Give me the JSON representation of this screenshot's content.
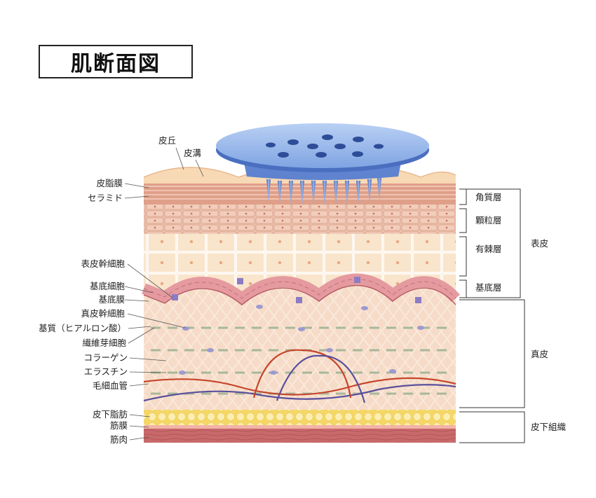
{
  "title": "肌断面図",
  "labels_left": {
    "hikyu": "皮丘",
    "hikou": "皮溝",
    "hishimaku": "皮脂膜",
    "ceramide": "セラミド",
    "hyohi_kansaibou": "表皮幹細胞",
    "kitei_saibou": "基底細胞",
    "kiteimaku": "基底膜",
    "shinpi_kansaibou": "真皮幹細胞",
    "kishitsu": "基質（ヒアルロン酸）",
    "sen_i_gasaibou": "繊維芽細胞",
    "collagen": "コラーゲン",
    "elastin": "エラスチン",
    "mokesaikan": "毛細血管",
    "hika_shibou": "皮下脂肪",
    "kinmaku": "筋膜",
    "kinniku": "筋肉"
  },
  "labels_right": {
    "kakushitsu": "角質層",
    "karyu": "顆粒層",
    "yuuki": "有棘層",
    "kitei": "基底層",
    "hyohi": "表皮",
    "shinpi": "真皮",
    "hika_soshiki": "皮下組織"
  },
  "colors": {
    "device_blue": "#8fb3ea",
    "device_blue_dark": "#4a6fc0",
    "blood_red": "#c6452a",
    "blood_purple": "#5a4f9c",
    "fat_yellow": "#f3dc84",
    "muscle_red": "#c8686a",
    "stratum_corneum": "#e2a38e",
    "granular": "#eec2ae",
    "spinous": "#f6ddbf",
    "dermis": "#f5dcc7"
  },
  "icons": {
    "device": "microneedle-roller-icon"
  }
}
